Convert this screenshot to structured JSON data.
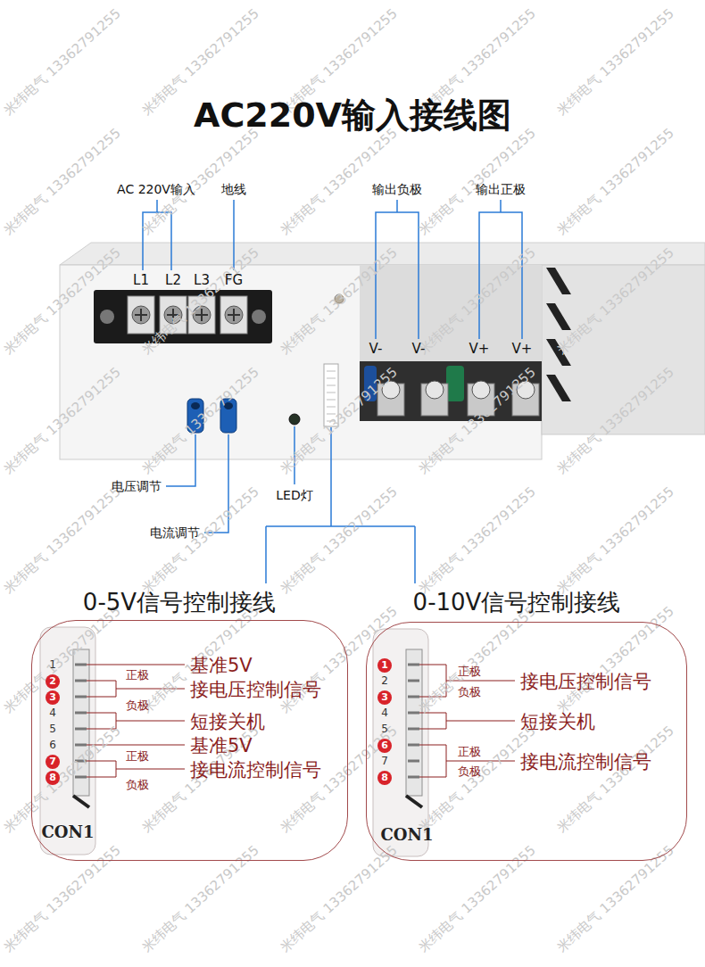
{
  "diagram": {
    "title": "AC220V输入接线图",
    "nodes": [
      {
        "text": [
          "0-5V信号控制接线",
          "1",
          "2",
          "3",
          "4",
          "5",
          "6",
          "7",
          "8",
          "CON1",
          "正极",
          "负极",
          "基准5V",
          "接电压控制信号",
          "短接关机",
          "基准5V",
          "正极",
          "负极",
          "接电流控制信号"
        ]
      },
      {
        "text": [
          "0-10V信号控制接线",
          "1",
          "2",
          "3",
          "4",
          "5",
          "6",
          "7",
          "8",
          "CON1",
          "正极",
          "负极",
          "接电压控制信号",
          "短接关机",
          "正极",
          "负极",
          "接电流控制信号"
        ]
      }
    ],
    "labels": [
      "AC 220V输入",
      "地线",
      "输出负极",
      "输出正极",
      "L1",
      "L2",
      "L3",
      "FG",
      "V-",
      "V-",
      "V+",
      "V+",
      "电压调节",
      "电流调节",
      "LED灯",
      "米纬电气 13362791255",
      "米纬电气 13362791255",
      "米纬电气 13362791255",
      "米纬电气 13362791255",
      "米纬电气 13362791255",
      "米纬电气 13362791255",
      "米纬电气 13362791255",
      "米纬电气 13362791255",
      "米纬电气 13362791255",
      "米纬电气 13362791255",
      "米纬电气 13362791255",
      "米纬电气 13362791255",
      "米纬电气 13362791255",
      "米纬电气 13362791255",
      "米纬电气 13362791255",
      "米纬电气 13362791255",
      "米纬电气 13362791255",
      "米纬电气 13362791255",
      "米纬电气 13362791255",
      "米纬电气 13362791255",
      "米纬电气 13362791255",
      "米纬电气 13362791255",
      "米纬电气 13362791255",
      "米纬电气 13362791255",
      "米纬电气 13362791255",
      "米纬电气 13362791255",
      "米纬电气 13362791255",
      "米纬电气 13362791255",
      "米纬电气 13362791255",
      "米纬电气 13362791255",
      "米纬电气 13362791255",
      "米纬电气 13362791255",
      "米纬电气 13362791255",
      "米纬电气 13362791255",
      "米纬电气 13362791255",
      "米纬电气 13362791255",
      "米纬电气 13362791255",
      "米纬电气 13362791255",
      "米纬电气 13362791255",
      "米纬电气 13362791255"
    ]
  }
}
